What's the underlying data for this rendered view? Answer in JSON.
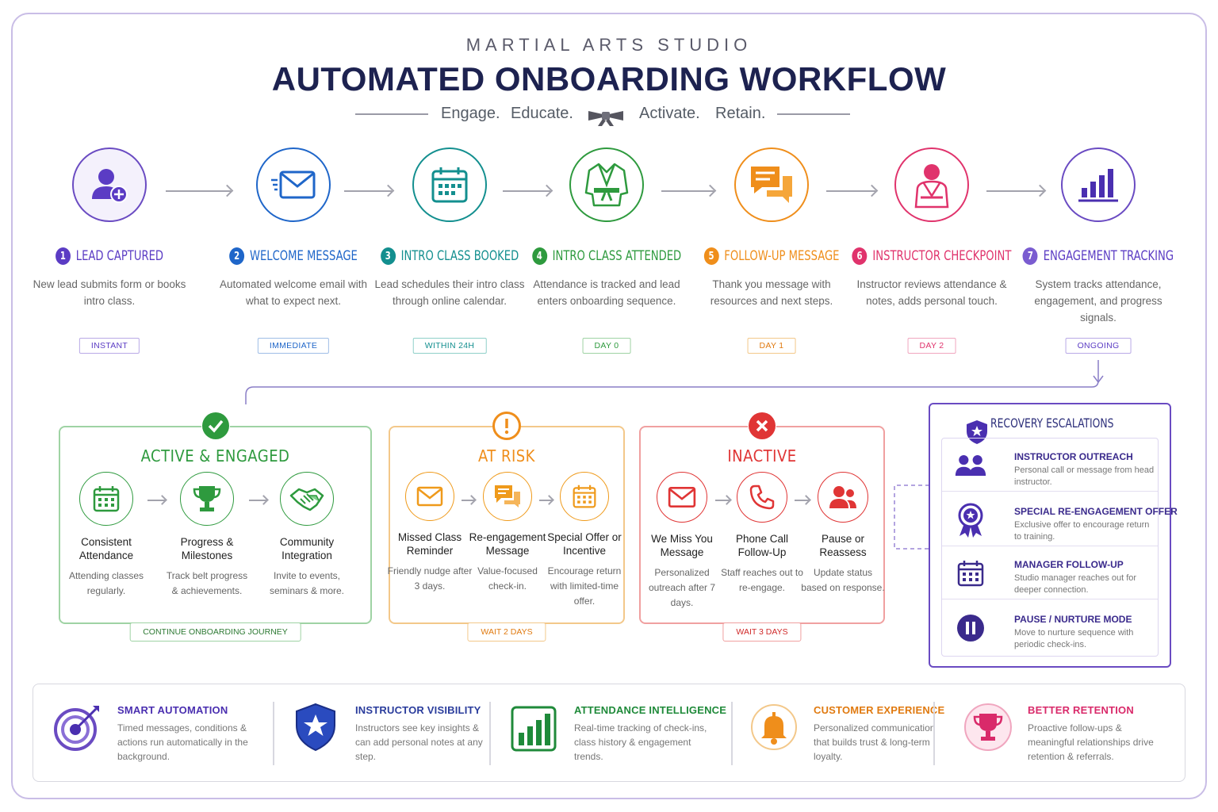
{
  "header": {
    "eyebrow": "MARTIAL ARTS STUDIO",
    "title": "AUTOMATED ONBOARDING WORKFLOW",
    "tagline": [
      "Engage.",
      "Educate.",
      "Activate.",
      "Retain."
    ]
  },
  "steps": [
    {
      "num": "1",
      "title": "LEAD CAPTURED",
      "desc": "New lead submits form or books intro class.",
      "badge": "INSTANT",
      "color": "#5b3cc4",
      "icon": "user-plus-icon"
    },
    {
      "num": "2",
      "title": "WELCOME MESSAGE",
      "desc": "Automated welcome email with what to expect next.",
      "badge": "IMMEDIATE",
      "color": "#1f66c9",
      "icon": "envelope-icon"
    },
    {
      "num": "3",
      "title": "INTRO CLASS BOOKED",
      "desc": "Lead schedules their intro class through online calendar.",
      "badge": "WITHIN 24H",
      "color": "#138f8f",
      "icon": "calendar-icon"
    },
    {
      "num": "4",
      "title": "INTRO CLASS ATTENDED",
      "desc": "Attendance is tracked and lead enters onboarding sequence.",
      "badge": "DAY 0",
      "color": "#2e9a3e",
      "icon": "gi-uniform-icon"
    },
    {
      "num": "5",
      "title": "FOLLOW-UP MESSAGE",
      "desc": "Thank you message with resources and next steps.",
      "badge": "DAY 1",
      "color": "#ef8e1b",
      "icon": "chat-bubbles-icon"
    },
    {
      "num": "6",
      "title": "INSTRUCTOR CHECKPOINT",
      "desc": "Instructor reviews attendance & notes, adds personal touch.",
      "badge": "DAY 2",
      "color": "#e0336c",
      "icon": "instructor-icon"
    },
    {
      "num": "7",
      "title": "ENGAGEMENT TRACKING",
      "desc": "System tracks attendance, engagement, and progress signals.",
      "badge": "ONGOING",
      "color": "#5b3cc4",
      "icon": "bar-chart-icon"
    }
  ],
  "statuses": [
    {
      "title": "ACTIVE & ENGAGED",
      "color": "#2e9a3e",
      "foot": "CONTINUE ONBOARDING JOURNEY",
      "items": [
        {
          "title": "Consistent Attendance",
          "desc": "Attending classes regularly."
        },
        {
          "title": "Progress & Milestones",
          "desc": "Track belt progress & achievements."
        },
        {
          "title": "Community Integration",
          "desc": "Invite to events, seminars & more."
        }
      ]
    },
    {
      "title": "AT RISK",
      "color": "#ef9a1b",
      "foot": "WAIT 2 DAYS",
      "items": [
        {
          "title": "Missed Class Reminder",
          "desc": "Friendly nudge after 3 days."
        },
        {
          "title": "Re-engagement Message",
          "desc": "Value-focused check-in."
        },
        {
          "title": "Special Offer or Incentive",
          "desc": "Encourage return with limited-time offer."
        }
      ]
    },
    {
      "title": "INACTIVE",
      "color": "#e03535",
      "foot": "WAIT 3 DAYS",
      "items": [
        {
          "title": "We Miss You Message",
          "desc": "Personalized outreach after 7 days."
        },
        {
          "title": "Phone Call Follow-Up",
          "desc": "Staff reaches out to re-engage."
        },
        {
          "title": "Pause or Reassess",
          "desc": "Update status based on response."
        }
      ]
    }
  ],
  "recovery": {
    "title": "RECOVERY ESCALATIONS",
    "items": [
      {
        "title": "INSTRUCTOR OUTREACH",
        "desc": "Personal call or message from head instructor."
      },
      {
        "title": "SPECIAL RE-ENGAGEMENT OFFER",
        "desc": "Exclusive offer to encourage return to training."
      },
      {
        "title": "MANAGER FOLLOW-UP",
        "desc": "Studio manager reaches out for deeper connection."
      },
      {
        "title": "PAUSE / NURTURE MODE",
        "desc": "Move to nurture sequence with periodic check-ins."
      }
    ]
  },
  "benefits": [
    {
      "title": "SMART AUTOMATION",
      "desc": "Timed messages, conditions & actions run automatically in the background.",
      "color": "#4a2fb0"
    },
    {
      "title": "INSTRUCTOR VISIBILITY",
      "desc": "Instructors see key insights & can add personal notes at any step.",
      "color": "#2a3c9c"
    },
    {
      "title": "ATTENDANCE INTELLIGENCE",
      "desc": "Real-time tracking of check-ins, class history & engagement trends.",
      "color": "#1f8a3a"
    },
    {
      "title": "CUSTOMER EXPERIENCE",
      "desc": "Personalized communication that builds trust & long-term loyalty.",
      "color": "#e07a10"
    },
    {
      "title": "BETTER RETENTION",
      "desc": "Proactive follow-ups & meaningful relationships drive retention & referrals.",
      "color": "#d92a6a"
    }
  ]
}
